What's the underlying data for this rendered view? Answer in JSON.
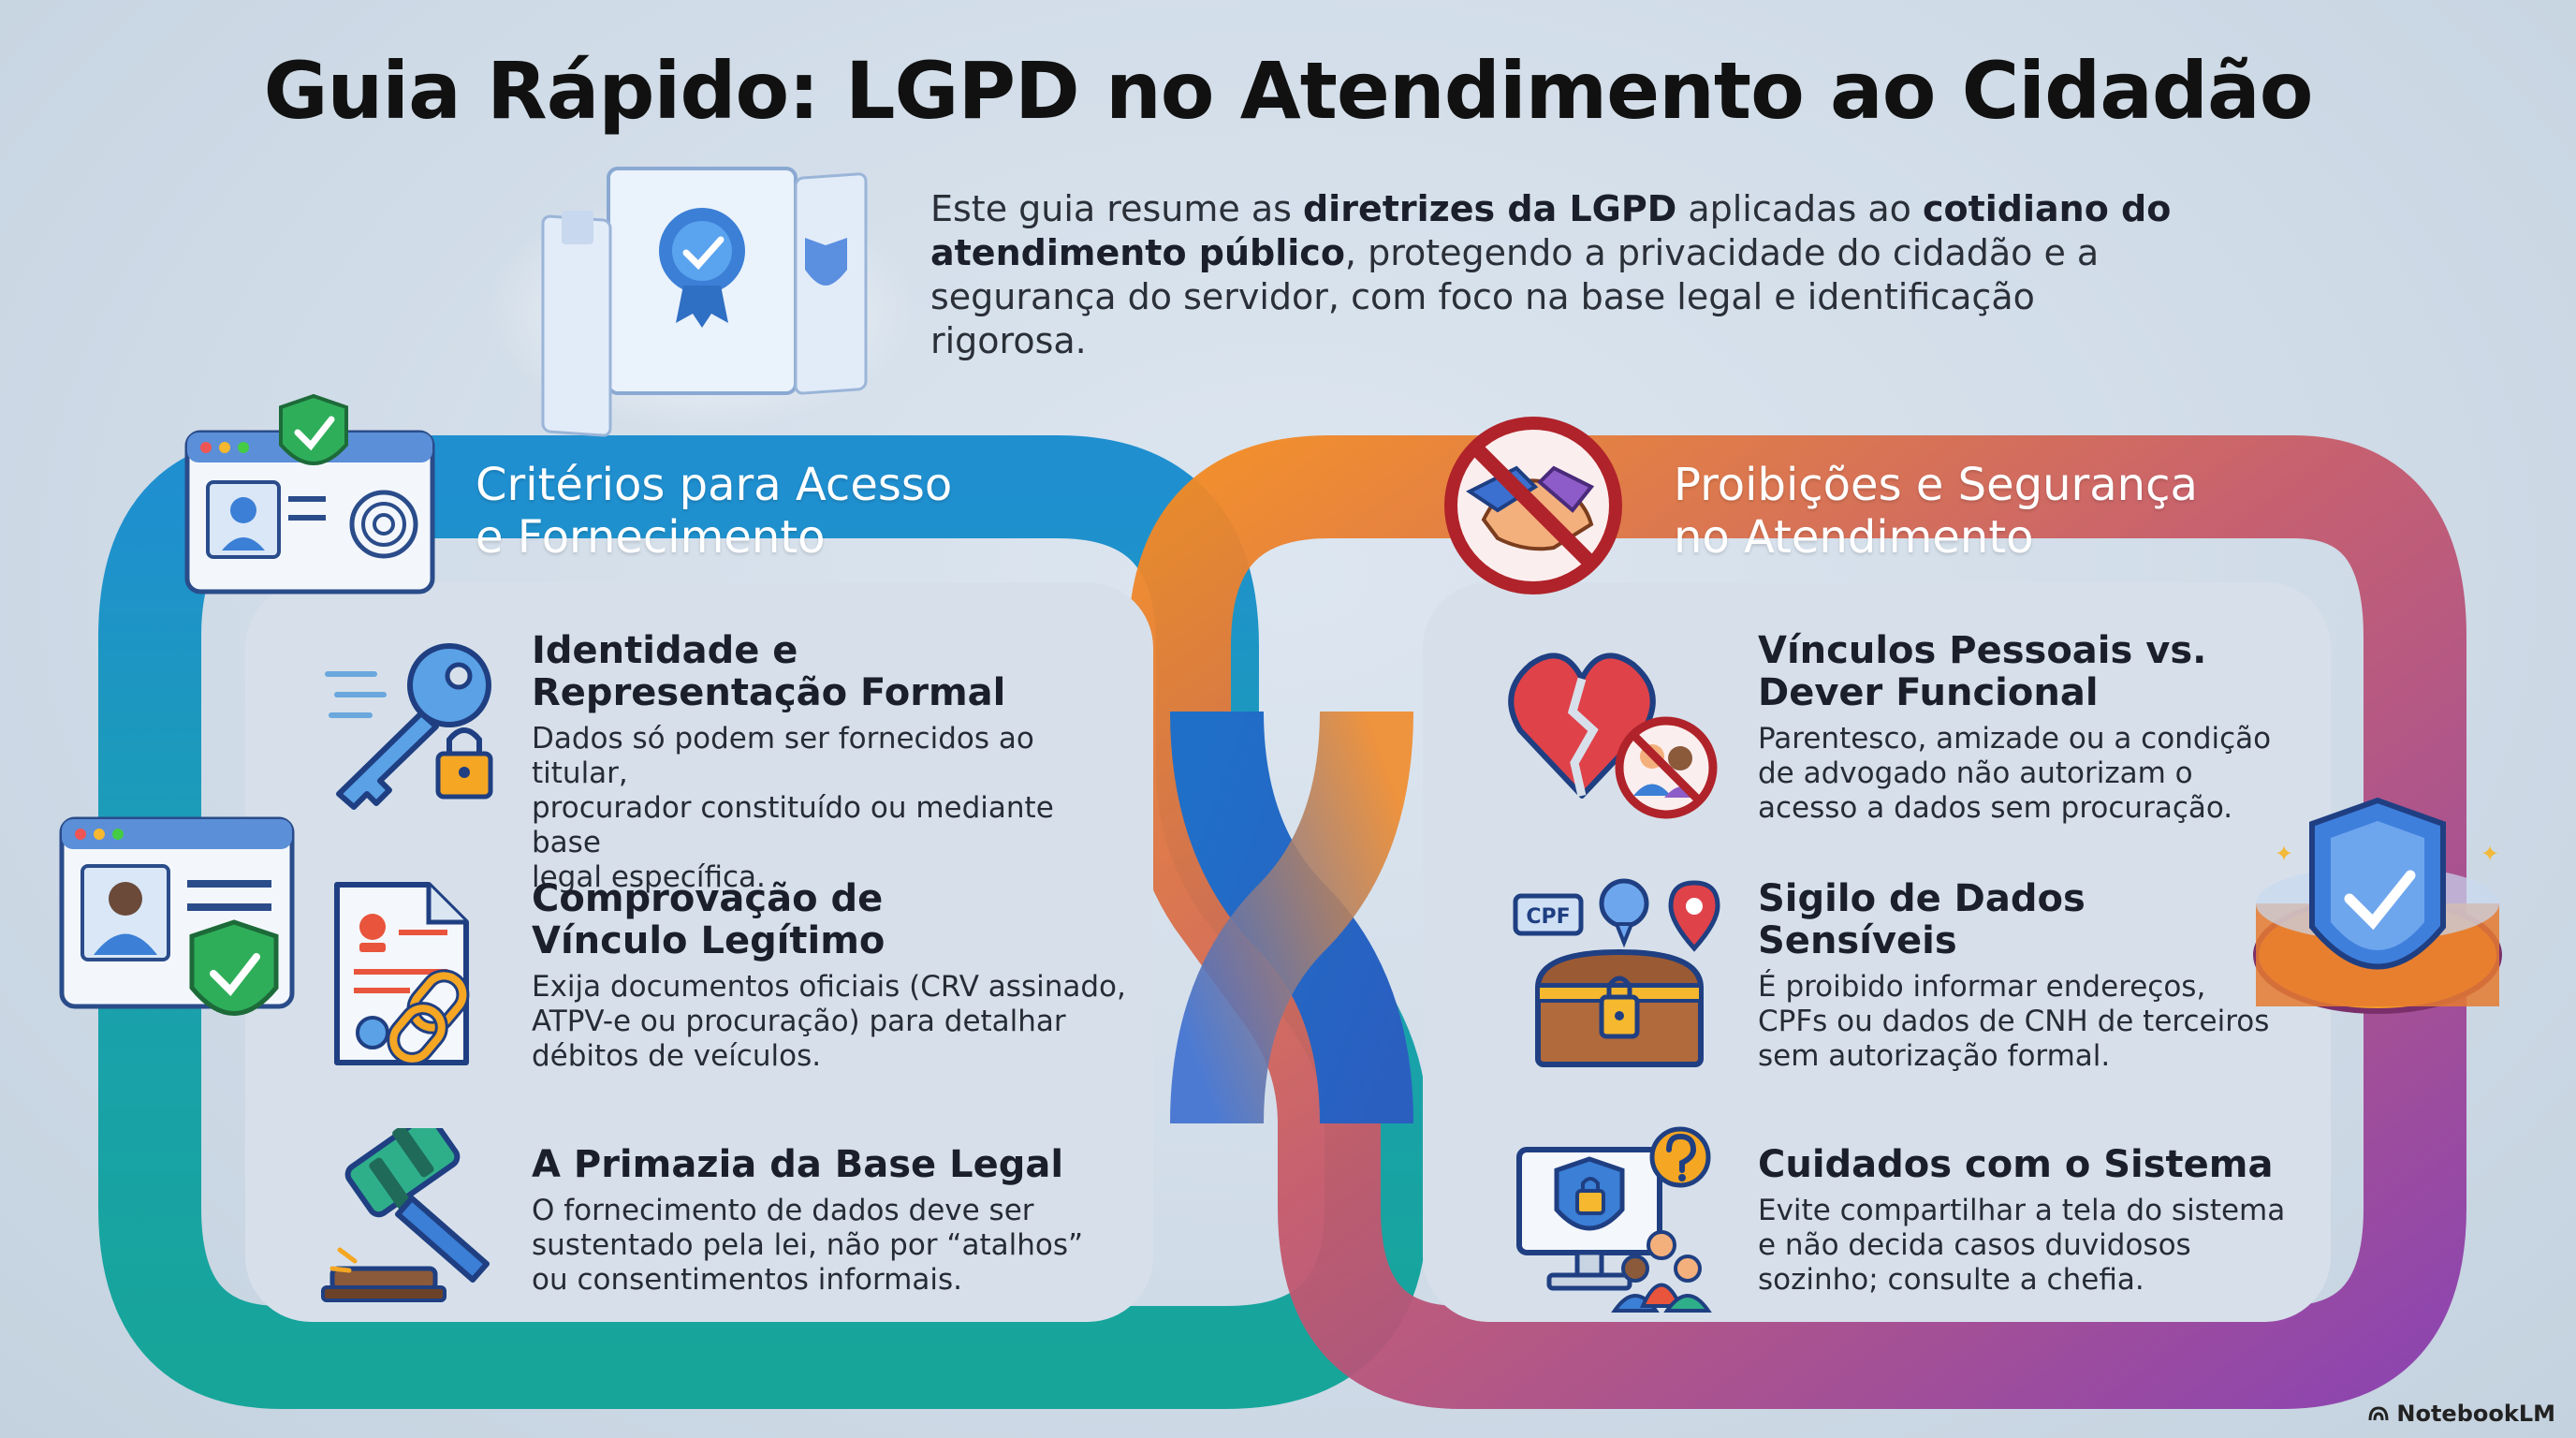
{
  "title": "Guia Rápido: LGPD no Atendimento ao Cidadão",
  "intro": {
    "t1": "Este guia resume as ",
    "b1": "diretrizes da LGPD",
    "t2": " aplicadas ao ",
    "b2": "cotidiano do atendimento público",
    "t3": ", protegendo a privacidade do cidadão e a segurança do servidor, com foco na base legal e identificação rigorosa."
  },
  "left": {
    "heading": [
      "Critérios para Acesso",
      "e Fornecimento"
    ],
    "items": [
      {
        "title": [
          "Identidade e",
          "Representação Formal"
        ],
        "body": [
          "Dados só podem ser fornecidos ao titular,",
          "procurador constituído ou mediante base",
          "legal específica."
        ],
        "icon": "key-lock-icon"
      },
      {
        "title": [
          "Comprovação de",
          "Vínculo Legítimo"
        ],
        "body": [
          "Exija documentos oficiais (CRV assinado,",
          "ATPV-e ou procuração) para detalhar",
          "débitos de veículos."
        ],
        "icon": "document-chain-icon"
      },
      {
        "title": [
          "A Primazia da Base Legal"
        ],
        "body": [
          "O fornecimento de dados deve ser",
          "sustentado pela lei, não por “atalhos”",
          "ou consentimentos informais."
        ],
        "icon": "gavel-icon"
      }
    ]
  },
  "right": {
    "heading": [
      "Proibições e Segurança",
      "no Atendimento"
    ],
    "items": [
      {
        "title": [
          "Vínculos Pessoais vs.",
          "Dever Funcional"
        ],
        "body": [
          "Parentesco, amizade ou a condição",
          "de advogado não autorizam o",
          "acesso a dados sem procuração."
        ],
        "icon": "broken-heart-icon"
      },
      {
        "title": [
          "Sigilo de Dados",
          "Sensíveis"
        ],
        "body": [
          "É proibido informar endereços,",
          "CPFs ou dados de CNH de terceiros",
          "sem autorização formal."
        ],
        "icon": "treasure-chest-icon",
        "cpf_tag": "CPF"
      },
      {
        "title": [
          "Cuidados com o Sistema"
        ],
        "body": [
          "Evite compartilhar a tela do sistema",
          "e não decida casos duvidosos",
          "sozinho; consulte a chefia."
        ],
        "icon": "monitor-shield-icon"
      }
    ]
  },
  "brand": "NotebookLM",
  "colors": {
    "teal": "#1aa3a6",
    "blue": "#1f6fc8",
    "orange": "#f07d2a",
    "purple": "#8a3fa8",
    "panel": "#d6e0ea"
  }
}
